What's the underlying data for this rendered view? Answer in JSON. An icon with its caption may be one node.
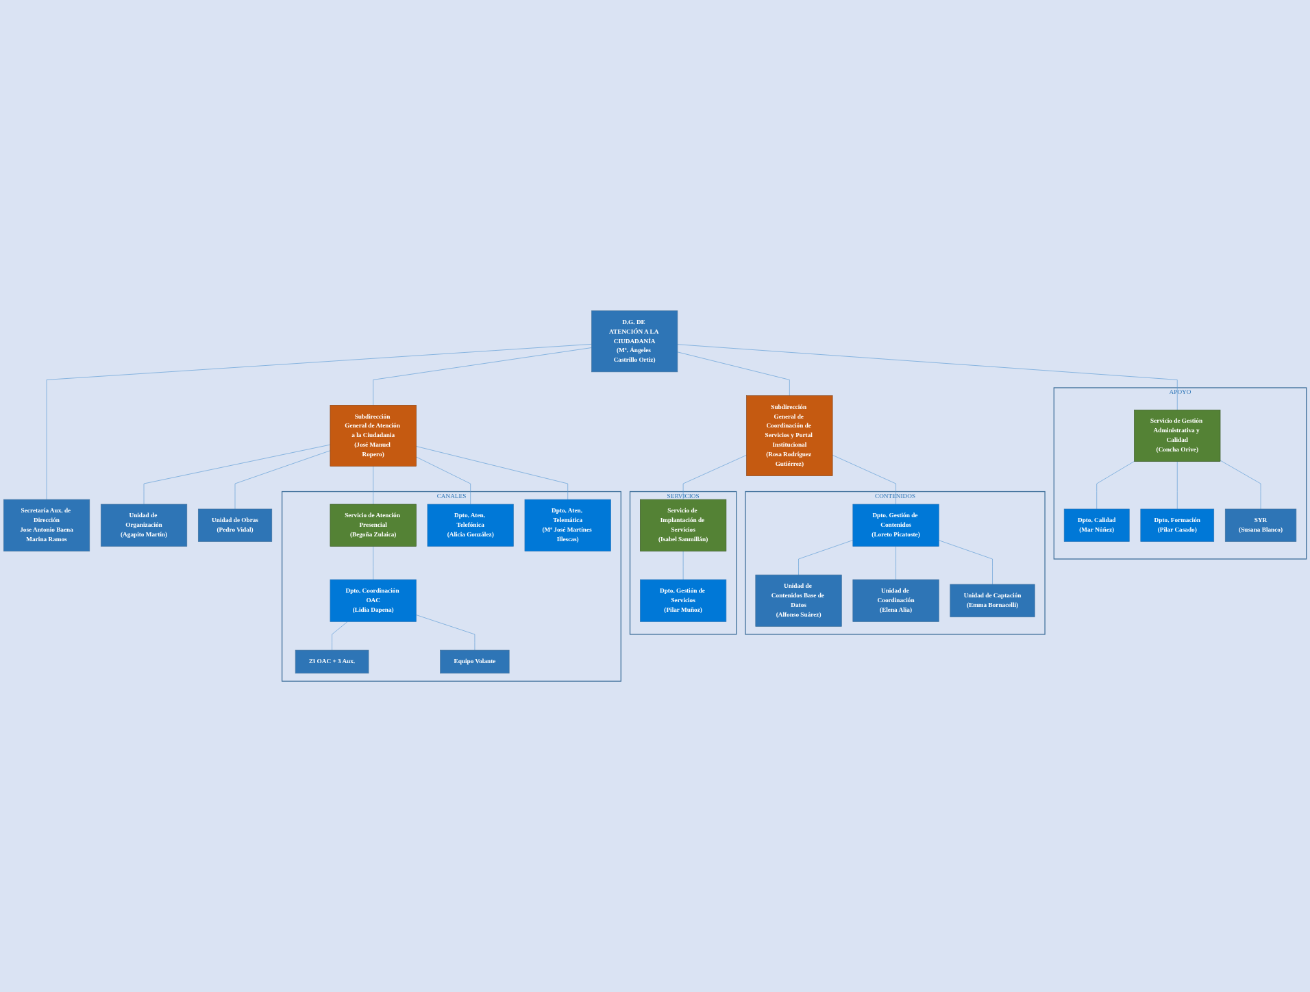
{
  "diagram": {
    "nodes": [
      {
        "text": [
          "D.G. DE ATENCIÓN A LA CIUDADANÍA",
          "(Mª. Ángeles Castrillo Ortiz)"
        ]
      },
      {
        "text": [
          "Secretaría Aux. de Dirección",
          "Jose Antonio Baena",
          "Marina Ramos"
        ]
      },
      {
        "text": [
          "Subdirección General de Atención a la Ciudadania",
          "(José Manuel Ropero)"
        ]
      },
      {
        "text": [
          "Subdirección General de Coordinación de Servicios y Portal Institucional",
          "(Rosa Rodríguez Gutiérrez)"
        ]
      },
      {
        "text": [
          "Unidad de Organización",
          "(Agapito Martín)"
        ]
      },
      {
        "text": [
          "Unidad de Obras",
          "(Pedro Vidal)"
        ]
      },
      {
        "text": [
          "CANALES"
        ]
      },
      {
        "text": [
          "Servicio de Atención Presencial",
          "(Begoña Zulaica)"
        ],
        "in": 6
      },
      {
        "text": [
          "Dpto. Coordinación OAC",
          "(Lidia Dapena)"
        ],
        "in": 6
      },
      {
        "text": [
          "Dpto. Aten. Telefónica",
          "(Alicia González)"
        ],
        "in": 6
      },
      {
        "text": [
          "Dpto. Aten. Telemática",
          "(Mª José Martínes Illescas)"
        ],
        "in": 6
      },
      {
        "text": [
          "23 OAC + 3 Aux."
        ],
        "in": 6
      },
      {
        "text": [
          "Equipo Volante"
        ],
        "in": 6
      },
      {
        "text": [
          "SERVICIOS"
        ]
      },
      {
        "text": [
          "Servicio de Implantación de Servicios",
          "(Isabel Sanmillán)"
        ],
        "in": 13
      },
      {
        "text": [
          "Dpto. Gestión de Servicios",
          "(Pilar Muñoz)"
        ],
        "in": 13
      },
      {
        "text": [
          "CONTENIDOS"
        ]
      },
      {
        "text": [
          "Dpto. Gestión de Contenidos",
          "(Loreto Picatoste)"
        ],
        "in": 16
      },
      {
        "text": [
          "Unidad de Contenidos Base de Datos",
          "(Alfonso Suárez)"
        ],
        "in": 16
      },
      {
        "text": [
          "Unidad de Coordinación",
          "(Elena Alia)"
        ],
        "in": 16
      },
      {
        "text": [
          "Unidad de Captación",
          "(Emma Bornacelli)"
        ],
        "in": 16
      },
      {
        "text": [
          "APOYO"
        ]
      },
      {
        "text": [
          "Servicio de Gestión Administrativa y Calidad",
          "(Concha Orive)"
        ],
        "in": 21
      },
      {
        "text": [
          "Dpto. Calidad",
          "(Mar Núñez)"
        ],
        "in": 21
      },
      {
        "text": [
          "Dpto. Formación",
          "(Pilar Casado)"
        ],
        "in": 21
      },
      {
        "text": [
          "SYR",
          "(Susana Blanco)"
        ],
        "in": 21
      }
    ],
    "edges": [
      {
        "from": 0,
        "to": 1,
        "arrow": "none"
      },
      {
        "from": 0,
        "to": 2,
        "arrow": "none"
      },
      {
        "from": 0,
        "to": 3,
        "arrow": "none"
      },
      {
        "from": 0,
        "to": 22,
        "arrow": "none"
      },
      {
        "from": 2,
        "to": 4,
        "arrow": "none"
      },
      {
        "from": 2,
        "to": 5,
        "arrow": "none"
      },
      {
        "from": 2,
        "to": 7,
        "arrow": "none"
      },
      {
        "from": 2,
        "to": 9,
        "arrow": "none"
      },
      {
        "from": 2,
        "to": 10,
        "arrow": "none"
      },
      {
        "from": 7,
        "to": 8,
        "arrow": "none"
      },
      {
        "from": 8,
        "to": 11,
        "arrow": "none"
      },
      {
        "from": 8,
        "to": 12,
        "arrow": "none"
      },
      {
        "from": 3,
        "to": 14,
        "arrow": "none"
      },
      {
        "from": 3,
        "to": 17,
        "arrow": "none"
      },
      {
        "from": 14,
        "to": 15,
        "arrow": "none"
      },
      {
        "from": 17,
        "to": 18,
        "arrow": "none"
      },
      {
        "from": 17,
        "to": 19,
        "arrow": "none"
      },
      {
        "from": 17,
        "to": 20,
        "arrow": "none"
      },
      {
        "from": 22,
        "to": 23,
        "arrow": "none"
      },
      {
        "from": 22,
        "to": 24,
        "arrow": "none"
      },
      {
        "from": 22,
        "to": 25,
        "arrow": "none"
      }
    ]
  }
}
